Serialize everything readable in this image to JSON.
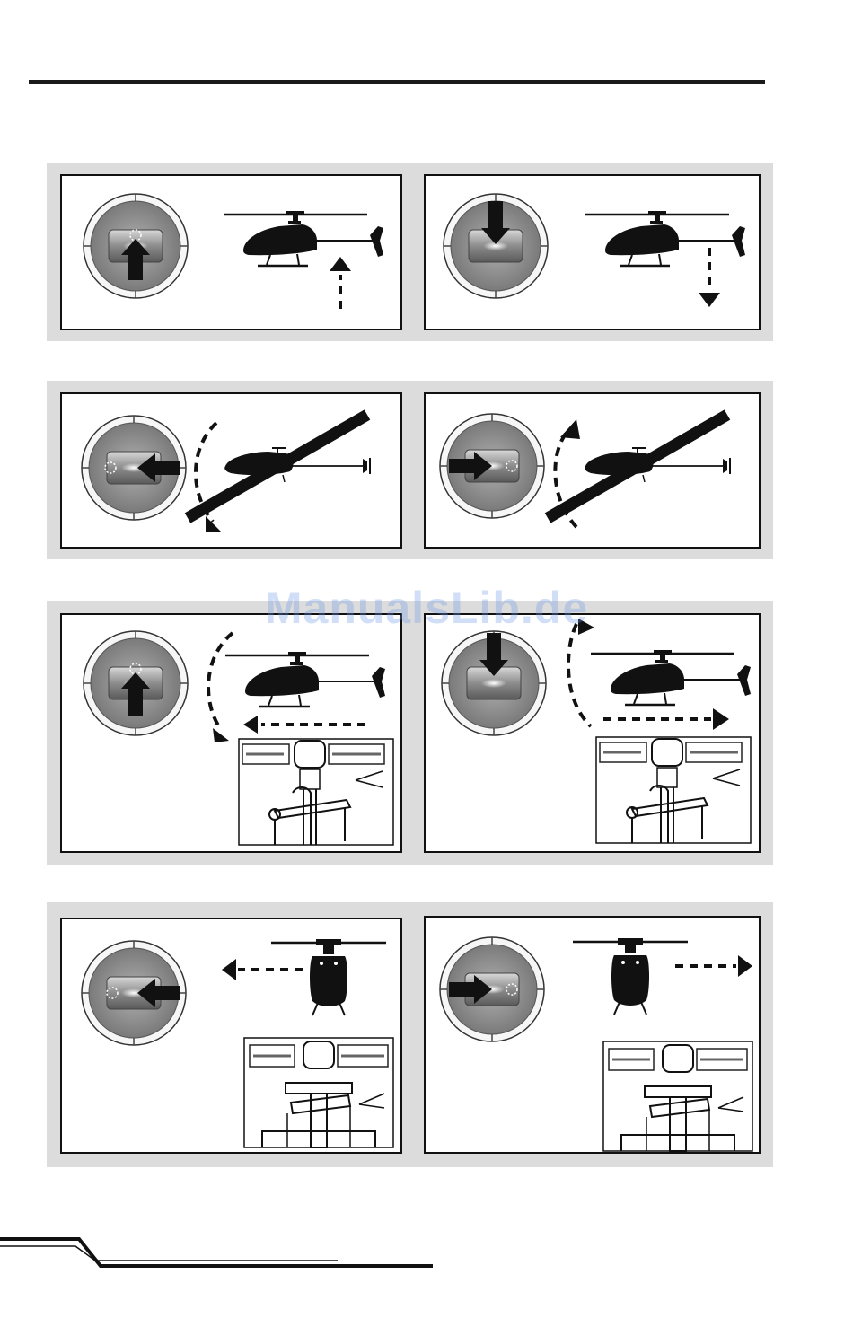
{
  "watermark": "ManualsLib.de",
  "panels": [
    {
      "id": "collective-up",
      "stick": "up",
      "view": "side",
      "motion": "climb"
    },
    {
      "id": "collective-down",
      "stick": "down",
      "view": "side",
      "motion": "descend"
    },
    {
      "id": "rudder-left",
      "stick": "left",
      "view": "top",
      "motion": "yaw-left"
    },
    {
      "id": "rudder-right",
      "stick": "right",
      "view": "top",
      "motion": "yaw-right"
    },
    {
      "id": "elevator-forward",
      "stick": "up",
      "view": "side",
      "motion": "forward",
      "inset": "swashplate-side"
    },
    {
      "id": "elevator-back",
      "stick": "down",
      "view": "side",
      "motion": "backward",
      "inset": "swashplate-side"
    },
    {
      "id": "aileron-left",
      "stick": "left",
      "view": "rear",
      "motion": "left",
      "inset": "swashplate-rear"
    },
    {
      "id": "aileron-right",
      "stick": "right",
      "view": "rear",
      "motion": "right",
      "inset": "swashplate-rear"
    }
  ]
}
